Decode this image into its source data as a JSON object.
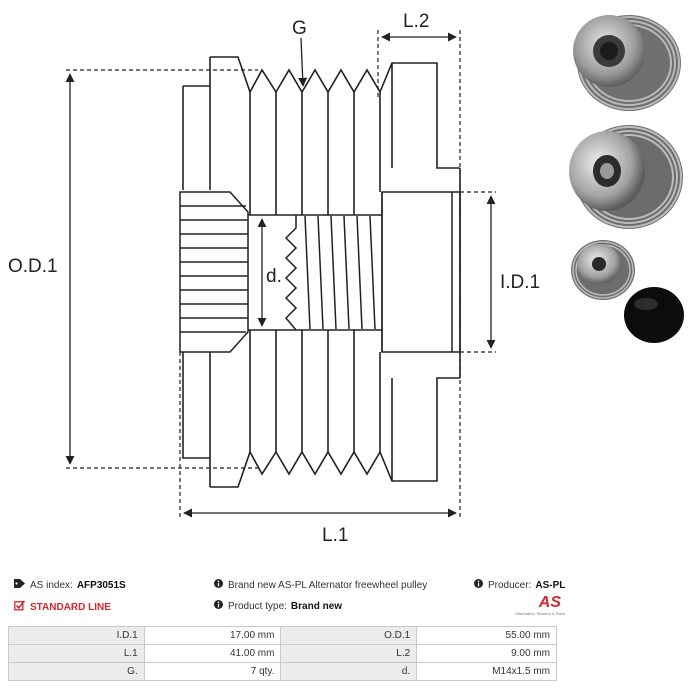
{
  "drawing": {
    "labels": {
      "g": "G",
      "l2": "L.2",
      "od1": "O.D.1",
      "id1": "I.D.1",
      "d": "d.",
      "l1": "L.1"
    }
  },
  "photos": [
    {
      "icon": "pulley-photo-front"
    },
    {
      "icon": "pulley-photo-back"
    },
    {
      "icon": "pulley-photo-side"
    },
    {
      "icon": "pulley-cap-photo"
    }
  ],
  "info": {
    "as_index_label": "AS index:",
    "as_index_value": "AFP3051S",
    "standard_line": "STANDARD LINE",
    "description": "Brand new AS-PL Alternator freewheel pulley",
    "product_type_label": "Product type:",
    "product_type_value": "Brand new",
    "producer_label": "Producer:",
    "producer_value": "AS-PL"
  },
  "logo": {
    "mark": "AS",
    "tagline": "Alternators, Starters & Parts"
  },
  "specs": [
    {
      "k1": "I.D.1",
      "v1": "17.00 mm",
      "k2": "O.D.1",
      "v2": "55.00 mm"
    },
    {
      "k1": "L.1",
      "v1": "41.00 mm",
      "k2": "L.2",
      "v2": "9.00 mm"
    },
    {
      "k1": "G.",
      "v1": "7 qty.",
      "k2": "d.",
      "v2": "M14x1.5 mm"
    }
  ],
  "colors": {
    "brand_red": "#d6262f",
    "table_key_bg": "#ececec",
    "table_border": "#c9c9c9"
  }
}
